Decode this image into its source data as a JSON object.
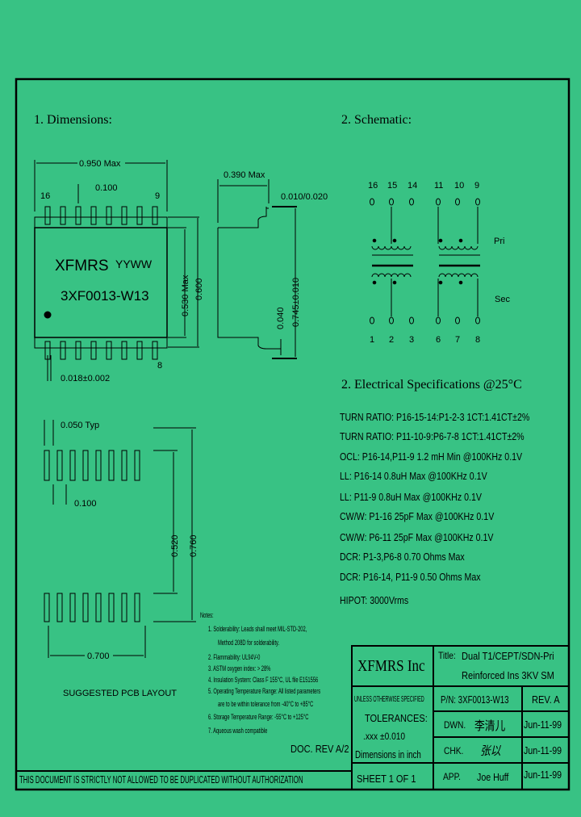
{
  "sections": {
    "dimensions": "1. Dimensions:",
    "schematic": "2. Schematic:",
    "electrical": "2. Electrical Specifications @25°C"
  },
  "dimensions": {
    "width_max": "0.950 Max",
    "pitch": "0.100",
    "pin_16": "16",
    "pin_9": "9",
    "pin_8": "8",
    "body_marking_1": "XFMRS",
    "body_marking_date": "YYWW",
    "body_marking_2": "3XF0013-W13",
    "body_height": "0.530 Max",
    "lead_span": "0.600",
    "lead_width": "0.018±0.002",
    "side_height": "0.390 Max",
    "lead_thickness": "0.010/0.020",
    "standoff": "0.040",
    "overall_span": "0.745±0.010"
  },
  "pcb": {
    "pad_width": "0.050 Typ",
    "pad_pitch": "0.100",
    "inner_span": "0.520",
    "outer_span": "0.760",
    "row_length": "0.700",
    "caption": "SUGGESTED PCB LAYOUT"
  },
  "schematic": {
    "top_pins": [
      "16",
      "15",
      "14",
      "11",
      "10",
      "9"
    ],
    "bottom_pins": [
      "1",
      "2",
      "3",
      "6",
      "7",
      "8"
    ],
    "pri_label": "Pri",
    "sec_label": "Sec"
  },
  "electrical_specs": [
    "TURN RATIO: P16-15-14:P1-2-3   1CT:1.41CT±2%",
    "TURN RATIO: P11-10-9:P6-7-8   1CT:1.41CT±2%",
    "OCL: P16-14,P11-9   1.2 mH Min @100KHz 0.1V",
    "LL: P16-14   0.8uH Max @100KHz 0.1V",
    "LL: P11-9   0.8uH Max @100KHz 0.1V",
    "CW/W: P1-16   25pF Max @100KHz 0.1V",
    "CW/W: P6-11  25pF   Max @100KHz 0.1V",
    "DCR: P1-3,P6-8   0.70 Ohms Max",
    "DCR: P16-14, P11-9   0.50 Ohms Max",
    "HIPOT:  3000Vrms"
  ],
  "notes": {
    "heading": "Notes:",
    "items": [
      "1. Solderability: Leads shall meet MIL-STD-202,",
      "Method 208D for solderability.",
      "2. Flammability: UL94V-0",
      "3. ASTM oxygen index: > 28%",
      "4. Insulation System: Class F 155°C, UL file E151556",
      "5. Operating Temperature Range: All listed parameters",
      "are to be within tolerance from -40°C to +85°C",
      "6. Storage Temperature Range: -55°C to +125°C",
      "7. Aqueous wash compatible"
    ],
    "doc_rev": "DOC. REV A/2"
  },
  "title_block": {
    "company": "XFMRS Inc",
    "title_label": "Title:",
    "title_line1": "Dual T1/CEPT/SDN-Pri",
    "title_line2": "Reinforced Ins   3KV SM",
    "unless": "UNLESS OTHERWISE SPECIFIED",
    "tolerances": "TOLERANCES:",
    "tolerance_value": ".xxx ±0.010",
    "units": "Dimensions in inch",
    "pn": "P/N: 3XF0013-W13",
    "rev": "REV. A",
    "dwn_label": "DWN.",
    "dwn_name": "李清儿",
    "dwn_date": "Jun-11-99",
    "chk_label": "CHK.",
    "chk_name": "张以",
    "chk_date": "Jun-11-99",
    "app_label": "APP.",
    "app_name": "Joe Huff",
    "app_date": "Jun-11-99",
    "sheet": "SHEET 1 OF 1"
  },
  "footer": "THIS DOCUMENT IS STRICTLY NOT ALLOWED TO BE DUPLICATED WITHOUT AUTHORIZATION",
  "colors": {
    "background": "#38c284",
    "ink": "#000000"
  }
}
